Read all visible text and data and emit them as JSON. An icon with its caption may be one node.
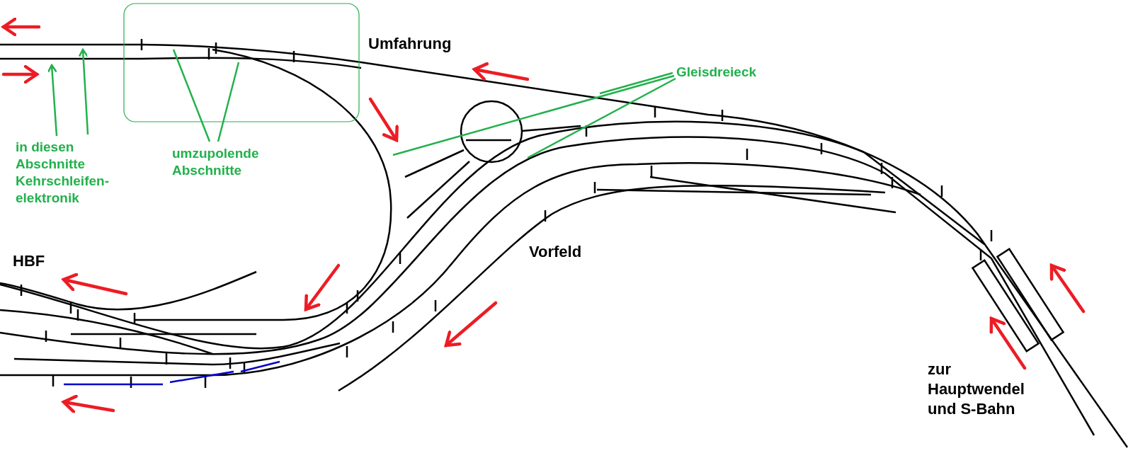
{
  "diagram": {
    "nodes": [
      {
        "text": [
          "in diesen Abschnitte Kehrschleifen-elektronik"
        ]
      },
      {
        "text": [
          "umzupolende Abschnitte"
        ]
      },
      {
        "text": [
          "Gleisdreieck"
        ]
      }
    ],
    "edges": [
      {
        "from": 0,
        "to": null,
        "arrow": "to"
      },
      {
        "from": 0,
        "to": null,
        "arrow": "to"
      },
      {
        "from": 1,
        "to": null,
        "arrow": "none"
      },
      {
        "from": 1,
        "to": null,
        "arrow": "none"
      },
      {
        "from": 2,
        "to": null,
        "arrow": "none"
      },
      {
        "from": 2,
        "to": null,
        "arrow": "none"
      },
      {
        "from": 2,
        "to": null,
        "arrow": "none"
      }
    ],
    "labels": [
      "Umfahrung",
      "HBF",
      "Vorfeld",
      "zur Hauptwendel und S-Bahn"
    ]
  }
}
